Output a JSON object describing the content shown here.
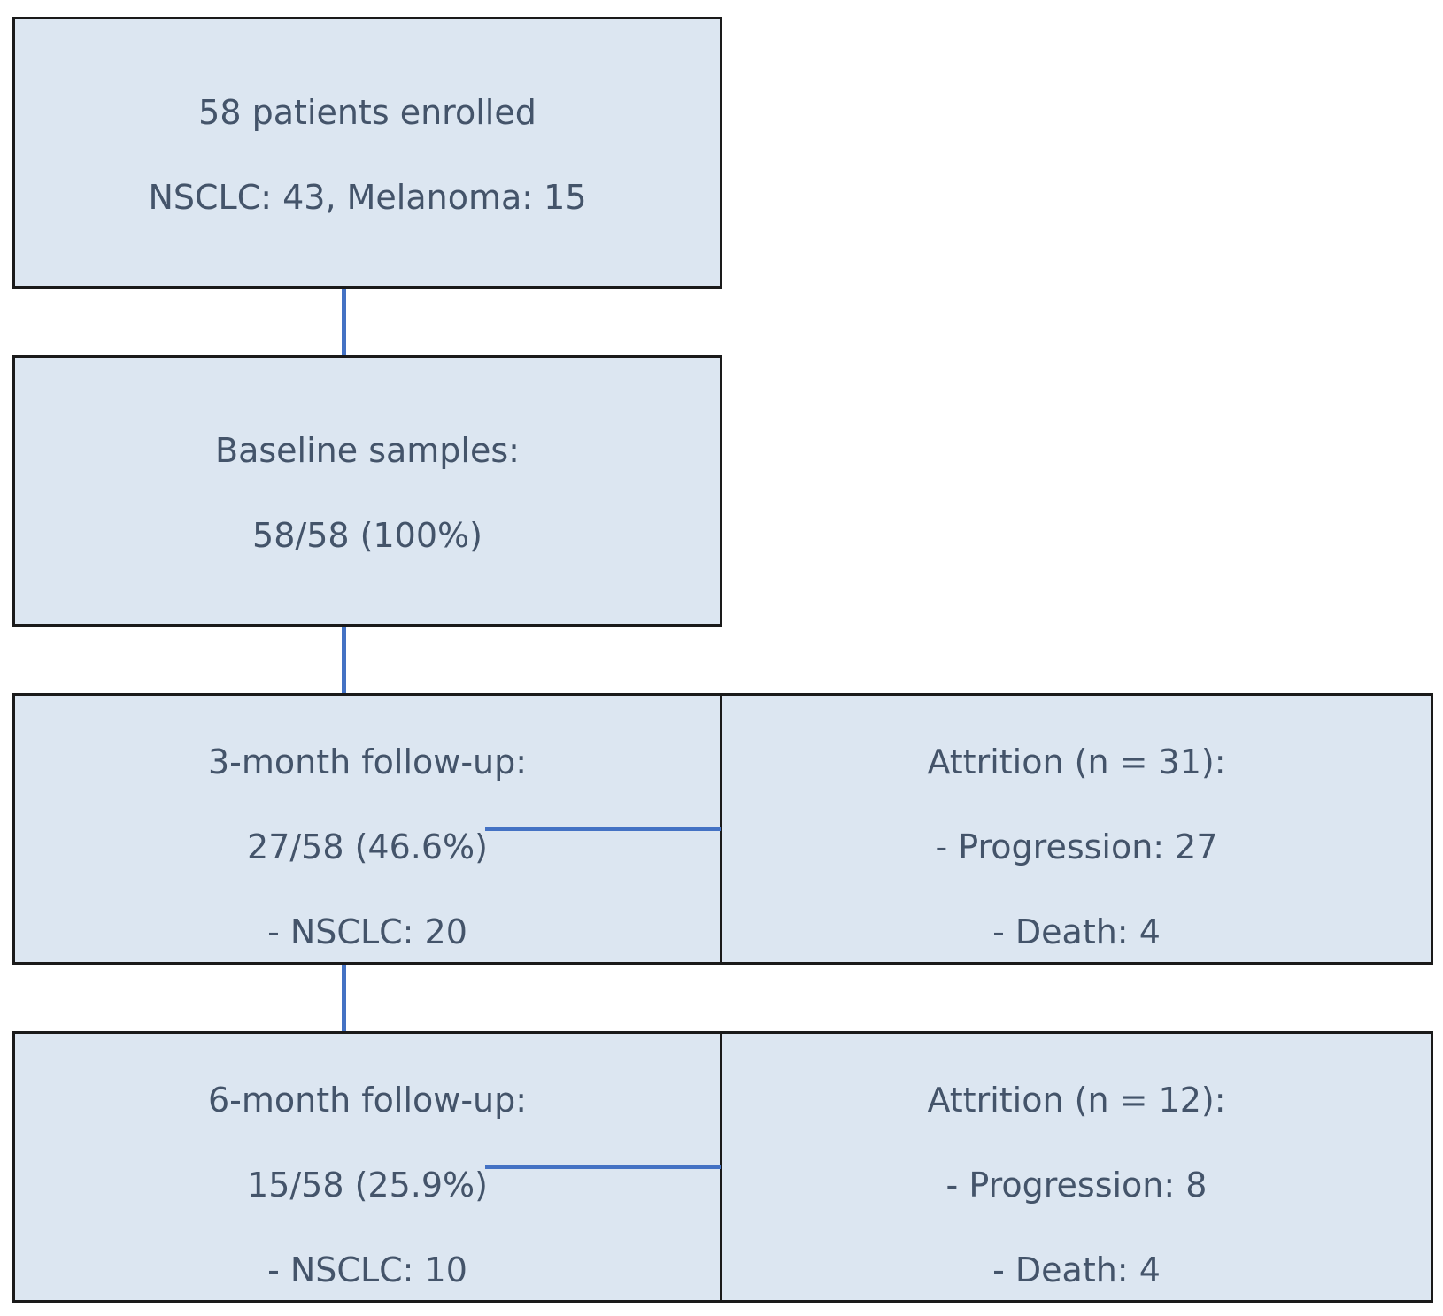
{
  "boxes": {
    "enrolled": {
      "line1": "58 patients enrolled",
      "line2": "NSCLC: 43, Melanoma: 15"
    },
    "baseline": {
      "line1": "Baseline samples:",
      "line2": "58/58 (100%)"
    },
    "followup_3m": {
      "line1": "3-month follow-up:",
      "line2": "27/58 (46.6%)",
      "line3": "- NSCLC: 20"
    },
    "attrition_3m": {
      "line1": "Attrition (n = 31):",
      "line2": "- Progression: 27",
      "line3": "- Death: 4"
    },
    "followup_6m": {
      "line1": "6-month follow-up:",
      "line2": "15/58 (25.9%)",
      "line3": "- NSCLC: 10"
    },
    "attrition_6m": {
      "line1": "Attrition (n = 12):",
      "line2": "- Progression: 8",
      "line3": "- Death: 4"
    }
  },
  "colors": {
    "box_fill": "#dce6f1",
    "box_border": "#1a1a1a",
    "text": "#44546a",
    "connector": "#4472c4"
  }
}
